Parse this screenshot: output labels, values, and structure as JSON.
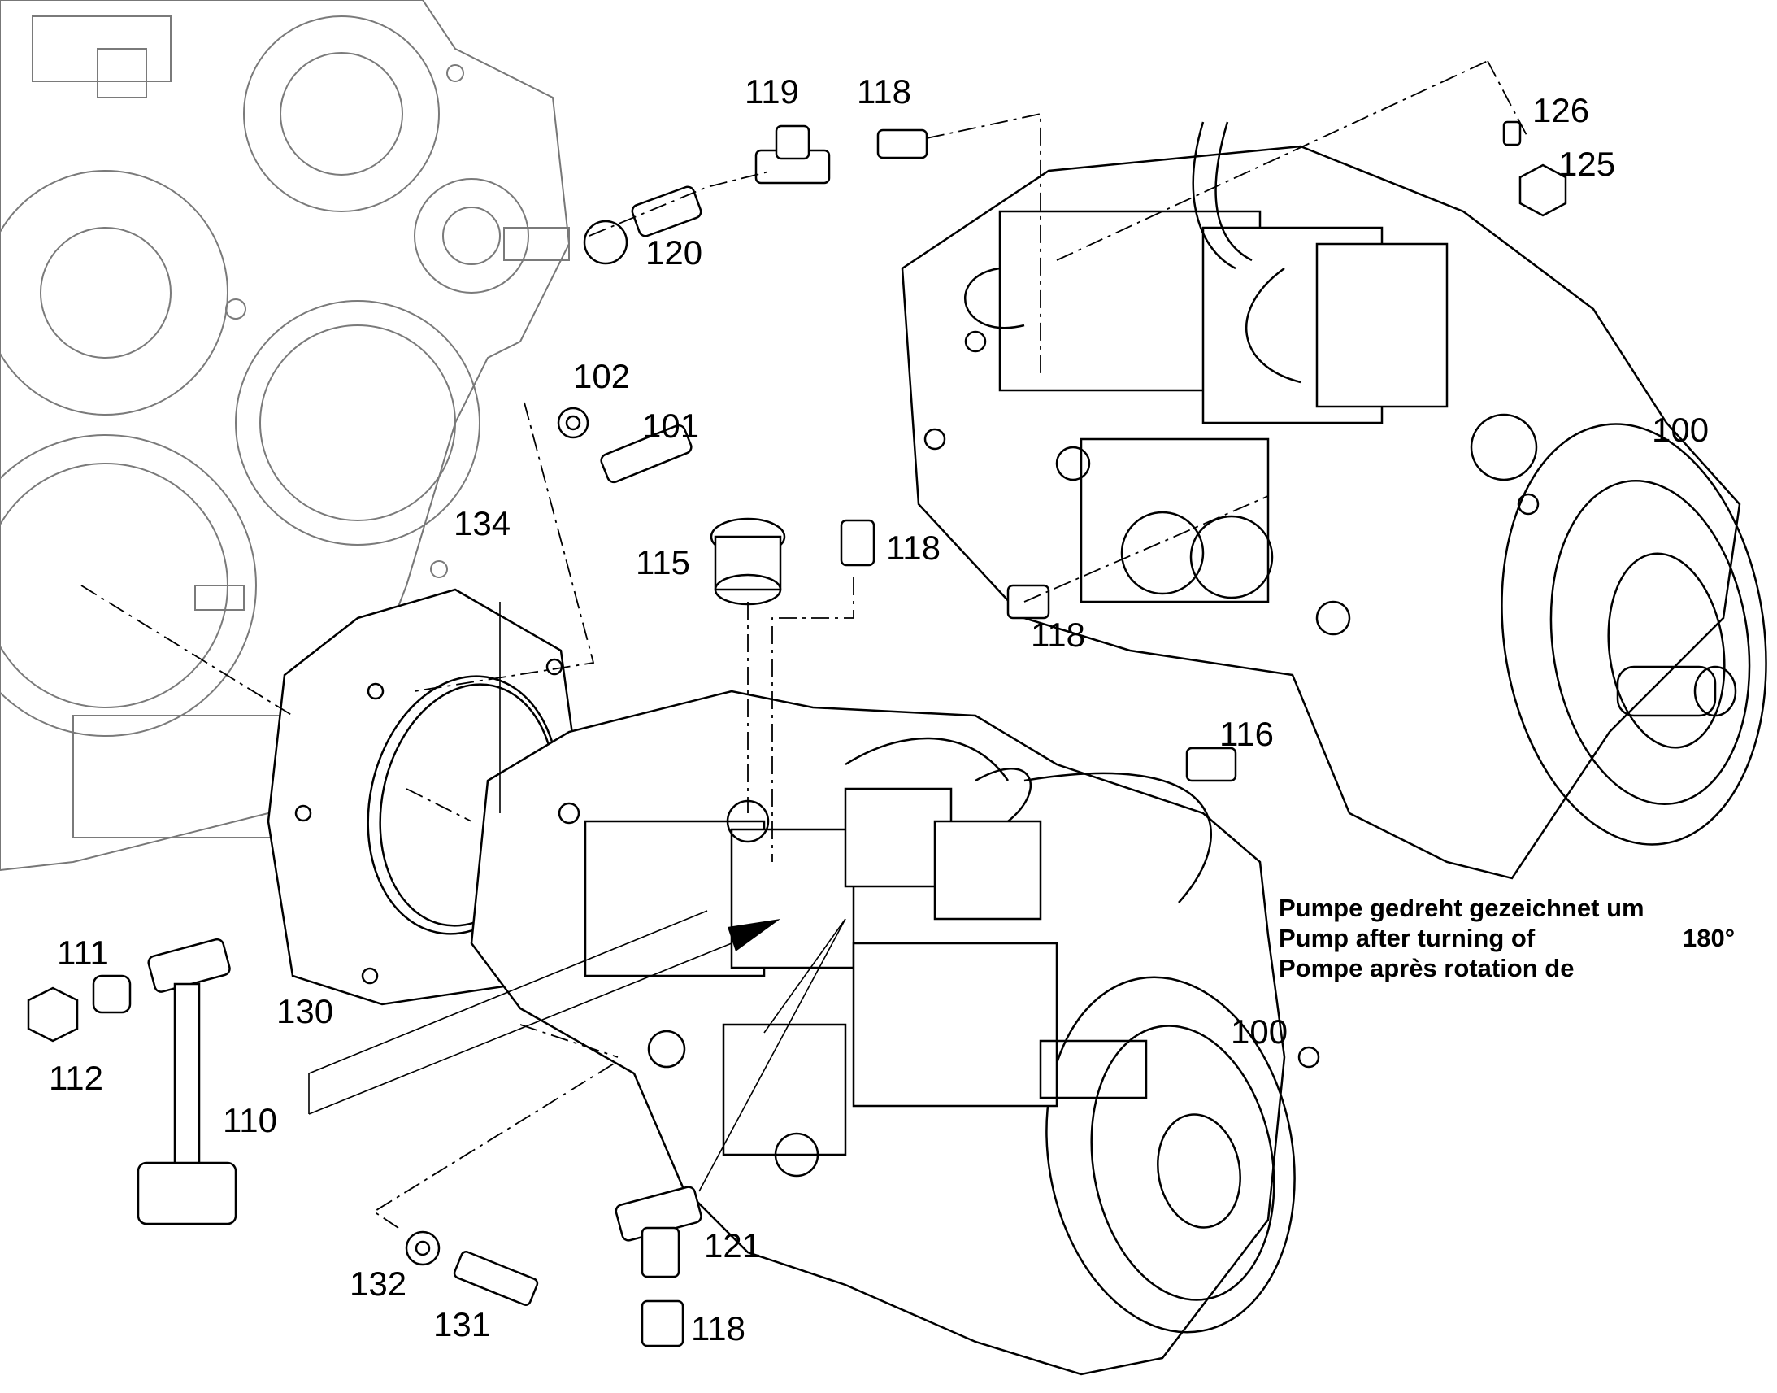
{
  "callouts": {
    "c119": "119",
    "c118_top": "118",
    "c120": "120",
    "c126": "126",
    "c125": "125",
    "c102": "102",
    "c101": "101",
    "c100_top": "100",
    "c134": "134",
    "c115": "115",
    "c118_mid": "118",
    "c118_right": "118",
    "c116": "116",
    "c111": "111",
    "c112": "112",
    "c130": "130",
    "c110": "110",
    "c100_bottom": "100",
    "c121": "121",
    "c132": "132",
    "c131": "131",
    "c118_bottom": "118"
  },
  "note": {
    "line1": "Pumpe gedreht gezeichnet um",
    "line2": "Pump after turning of",
    "angle": "180°",
    "line3": "Pompe après rotation de"
  }
}
